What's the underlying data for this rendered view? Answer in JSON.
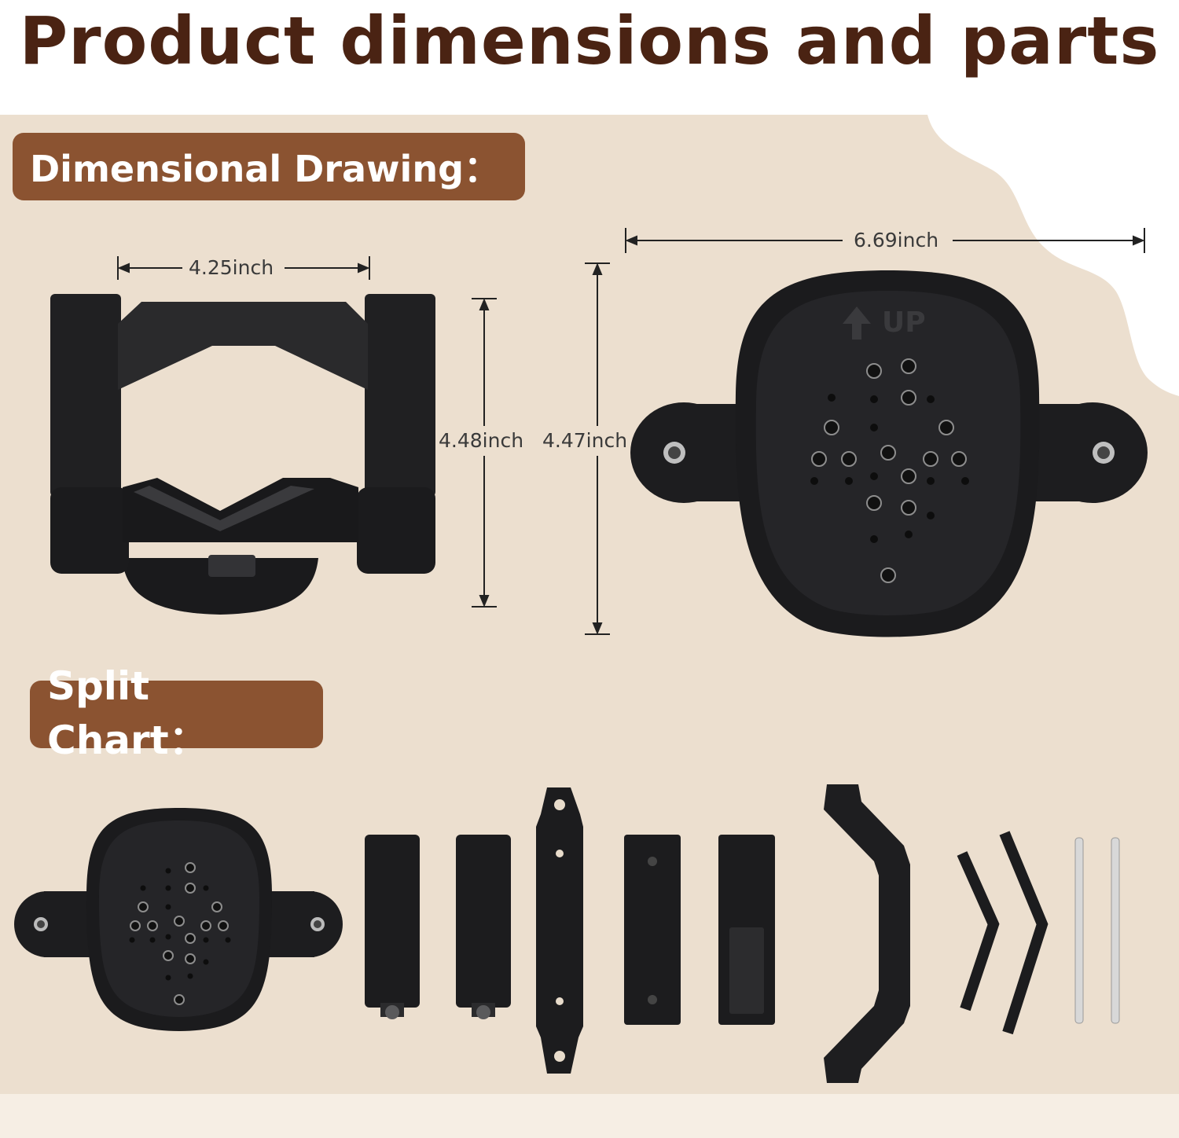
{
  "title": "Product dimensions and parts",
  "sections": {
    "dimensional": "Dimensional Drawing：",
    "split": "Split Chart："
  },
  "dimensions": {
    "holder_width": "4.25inch",
    "holder_height": "4.48inch",
    "mount_height": "4.47inch",
    "mount_width": "6.69inch"
  },
  "mount_marking": "UP",
  "colors": {
    "title": "#4a2313",
    "label_bg": "#8b5331",
    "panel_bg": "#ecdfcf",
    "part": "#1f1f21"
  }
}
